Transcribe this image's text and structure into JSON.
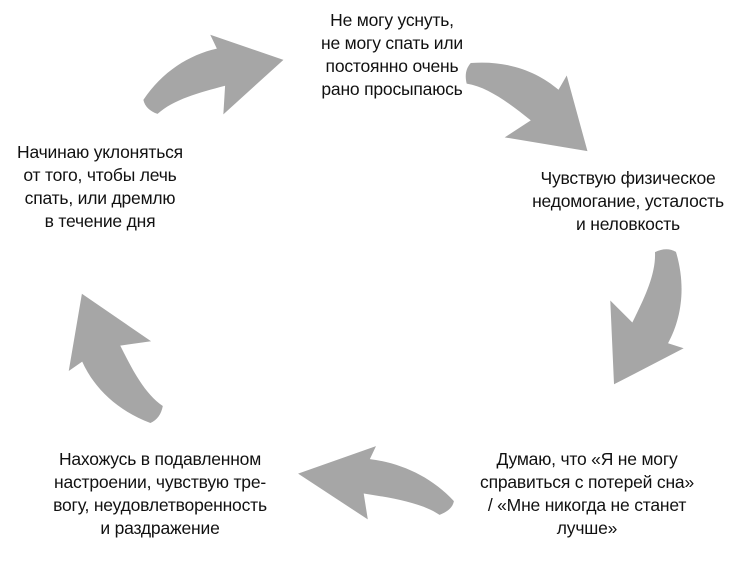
{
  "colors": {
    "background": "#ffffff",
    "arrow": "#a6a6a6",
    "text": "#111111"
  },
  "nodes": {
    "top": {
      "text": "Не могу уснуть,\nне могу спать или\nпостоянно очень\nрано просыпаюсь"
    },
    "right": {
      "text": "Чувствую физическое\nнедомогание, усталость\nи неловкость"
    },
    "bottom_right": {
      "text": "Думаю, что «Я не могу\nсправиться с потерей сна»\n/ «Мне никогда не станет\nлучше»"
    },
    "bottom_left": {
      "text": "Нахожусь в подавленном\nнастроении, чувствую тре-\nвогу, неудовлетворенность\nи раздражение"
    },
    "left": {
      "text": "Начинаю уклоняться\nот того, чтобы лечь\nспать, или дремлю\nв течение дня"
    }
  },
  "arrows": [
    {
      "from": "left",
      "to": "top"
    },
    {
      "from": "top",
      "to": "right"
    },
    {
      "from": "right",
      "to": "bottom_right"
    },
    {
      "from": "bottom_right",
      "to": "bottom_left"
    },
    {
      "from": "bottom_left",
      "to": "left"
    }
  ]
}
